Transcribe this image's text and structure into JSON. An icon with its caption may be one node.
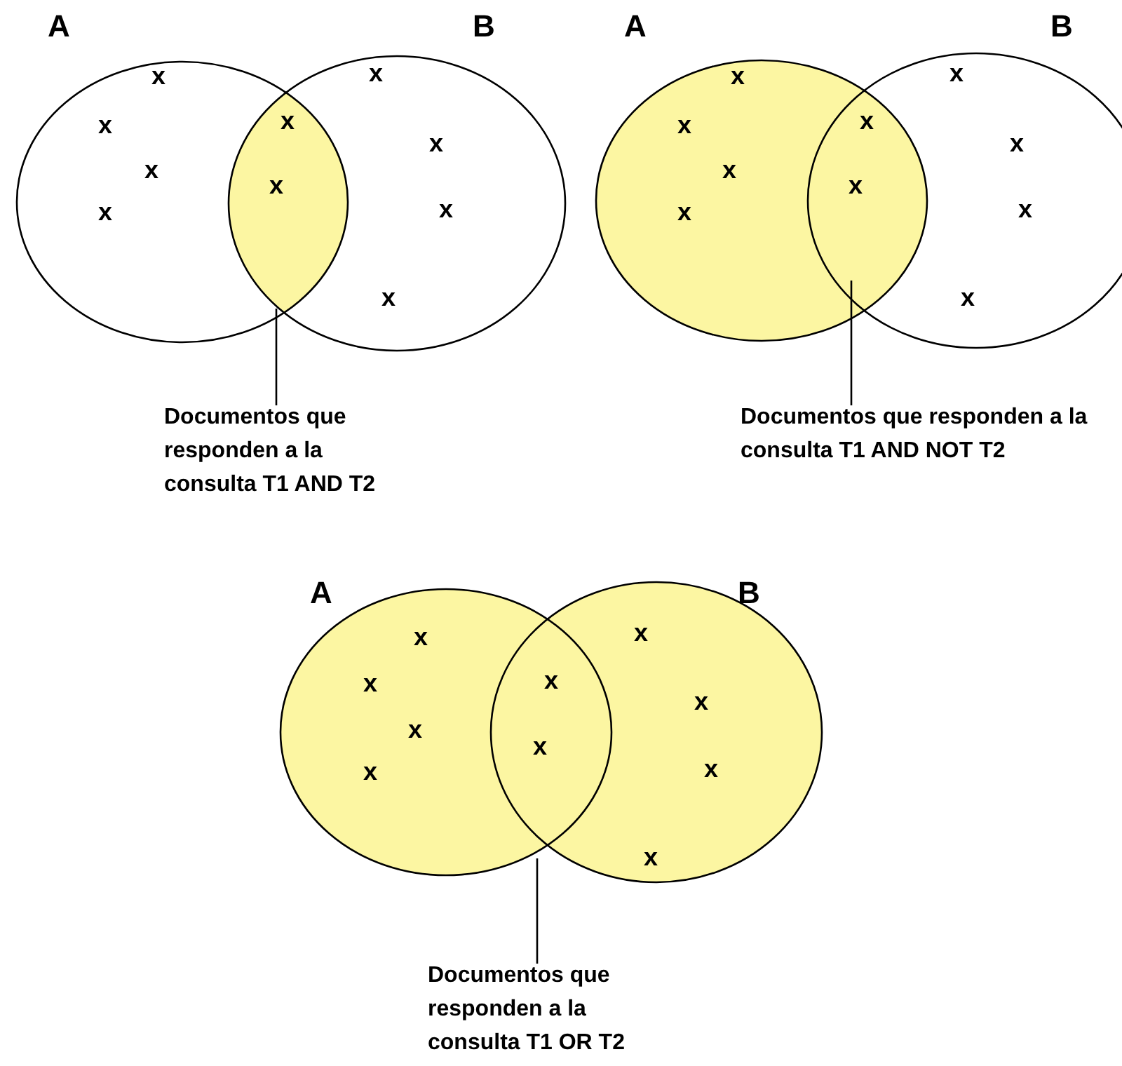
{
  "diagram": {
    "nodes": [
      {
        "text": [
          "A"
        ]
      },
      {
        "text": [
          "B"
        ]
      },
      {
        "text": [],
        "shape": "lens"
      },
      {
        "text": [
          "Documentos que responden a la consulta T1 AND T2"
        ]
      },
      {
        "text": [
          "A"
        ]
      },
      {
        "text": [
          "B"
        ]
      },
      {
        "text": [
          "Documentos que responden a la consulta T1 AND NOT T2"
        ]
      },
      {
        "text": [
          "A"
        ]
      },
      {
        "text": [
          "B"
        ]
      },
      {
        "text": [
          "Documentos que responden a la consulta T1 OR T2"
        ]
      }
    ],
    "edges": [
      {
        "from": 3,
        "to": 2,
        "arrow": "none"
      },
      {
        "from": 6,
        "to": 4,
        "arrow": "none"
      },
      {
        "from": 9,
        "to": 7,
        "arrow": "none"
      }
    ],
    "labels": [
      "x",
      "x",
      "x",
      "x",
      "x",
      "x",
      "x",
      "x",
      "x",
      "x",
      "x",
      "x",
      "x",
      "x",
      "x",
      "x",
      "x",
      "x",
      "x",
      "x",
      "x",
      "x",
      "x",
      "x",
      "x",
      "x",
      "x",
      "x",
      "x",
      "x"
    ]
  }
}
